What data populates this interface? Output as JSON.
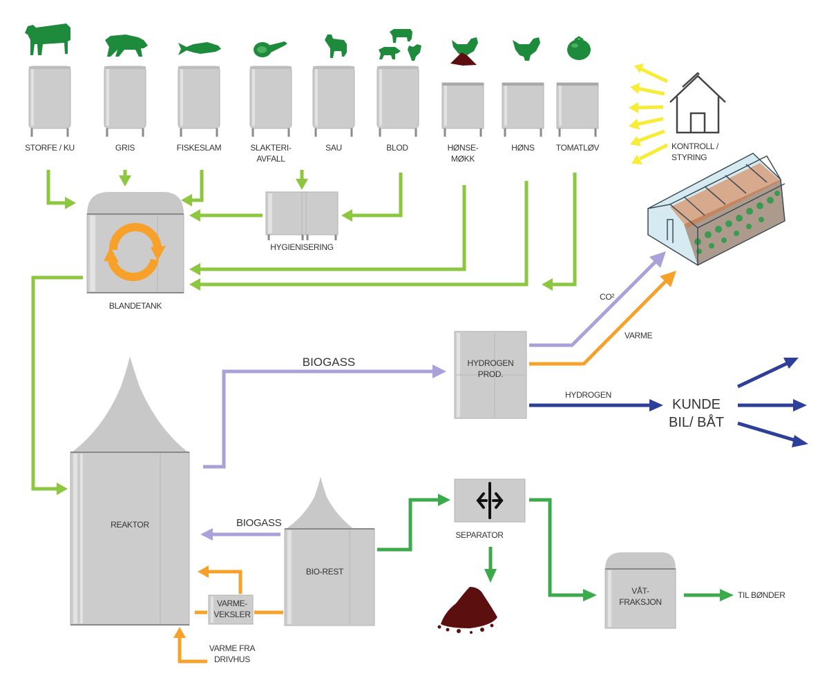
{
  "title": "Biogas / hydrogen production process diagram",
  "colors": {
    "feed_arrow": "#8dc63f",
    "digestate_arrow": "#3aaa4a",
    "biogas_arrow": "#a9a1d8",
    "heat_arrow": "#f7a12b",
    "hydrogen_arrow": "#2e3f9a",
    "control_arrow": "#f7ec38",
    "tank_grey": "#cccccc",
    "icon_green": "#1e8a3c",
    "soil_brown": "#5c0f0f"
  },
  "feedstocks": [
    {
      "label_line1": "STORFE / KU",
      "label_line2": "",
      "icon": "cow-icon"
    },
    {
      "label_line1": "GRIS",
      "label_line2": "",
      "icon": "pig-icon"
    },
    {
      "label_line1": "FISKESLAM",
      "label_line2": "",
      "icon": "fish-icon"
    },
    {
      "label_line1": "SLAKTERI-",
      "label_line2": "AVFALL",
      "icon": "ham-icon"
    },
    {
      "label_line1": "SAU",
      "label_line2": "",
      "icon": "sheep-icon"
    },
    {
      "label_line1": "BLOD",
      "label_line2": "",
      "icon": "livestock-group-icon"
    },
    {
      "label_line1": "HØNSE-",
      "label_line2": "MØKK",
      "icon": "chicken-manure-icon"
    },
    {
      "label_line1": "HØNS",
      "label_line2": "",
      "icon": "chicken-icon"
    },
    {
      "label_line1": "TOMATLØV",
      "label_line2": "",
      "icon": "tomato-icon"
    }
  ],
  "nodes": {
    "hygienisering": "HYGIENISERING",
    "blandetank": "BLANDETANK",
    "reaktor": "REAKTOR",
    "bio_rest": "BIO-REST",
    "varmeveksler_1": "VARME-",
    "varmeveksler_2": "VEKSLER",
    "hydrogen_prod_1": "HYDROGEN",
    "hydrogen_prod_2": "PROD.",
    "separator": "SEPARATOR",
    "vatfraksjon_1": "VÅT-",
    "vatfraksjon_2": "FRAKSJON",
    "kontroll_1": "KONTROLL /",
    "kontroll_2": "STYRING",
    "kunde_1": "KUNDE",
    "kunde_2": "BIL/ BÅT"
  },
  "flow_labels": {
    "biogass_main": "BIOGASS",
    "biogass_return": "BIOGASS",
    "co2": "CO²",
    "varme": "VARME",
    "hydrogen": "HYDROGEN",
    "varme_fra_1": "VARME FRA",
    "varme_fra_2": "DRIVHUS",
    "til_bonder": "TIL BØNDER"
  }
}
